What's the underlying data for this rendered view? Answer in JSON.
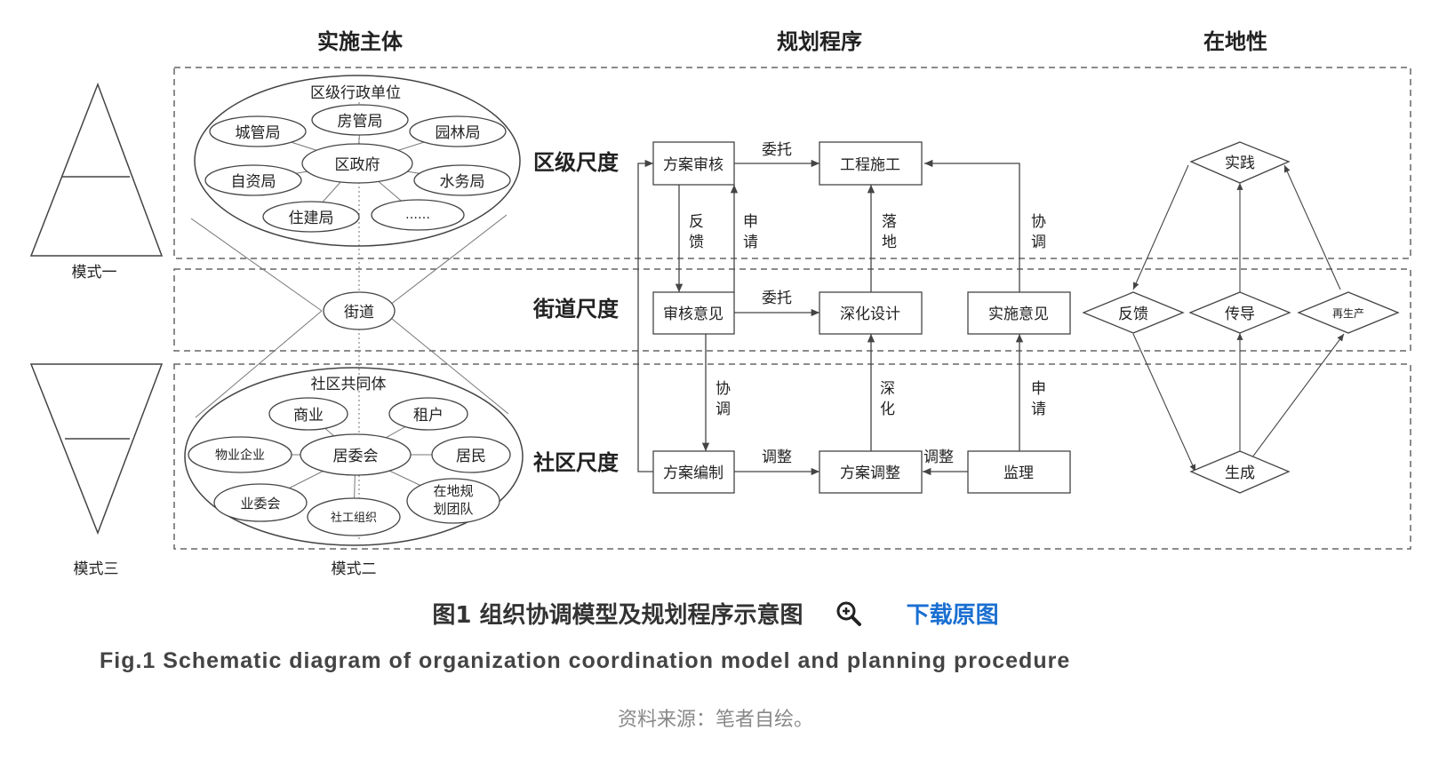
{
  "headers": {
    "actors": "实施主体",
    "procedure": "规划程序",
    "locality": "在地性"
  },
  "scales": {
    "district": "区级尺度",
    "street": "街道尺度",
    "community": "社区尺度"
  },
  "district_oval": {
    "title": "区级行政单位",
    "center": "区政府",
    "nodes": [
      "城管局",
      "房管局",
      "园林局",
      "自资局",
      "水务局",
      "住建局",
      "……"
    ]
  },
  "street_node": "街道",
  "community_oval": {
    "title": "社区共同体",
    "center": "居委会",
    "nodes": [
      "商业",
      "租户",
      "物业企业",
      "居民",
      "业委会",
      "社工组织",
      "在地规",
      "划团队"
    ]
  },
  "modes": {
    "mode1": "模式一",
    "mode2": "模式二",
    "mode3": "模式三"
  },
  "boxes": {
    "plan_review": "方案审核",
    "construction": "工程施工",
    "review_opinion": "审核意见",
    "deepen_design": "深化设计",
    "impl_opinion": "实施意见",
    "plan_compile": "方案编制",
    "plan_adjust": "方案调整",
    "supervision": "监理"
  },
  "edge_labels": {
    "entrust1": "委托",
    "entrust2": "委托",
    "adjust1": "调整",
    "adjust2": "调整",
    "feedback": [
      "反",
      "馈"
    ],
    "apply1": [
      "申",
      "请"
    ],
    "landing": [
      "落",
      "地"
    ],
    "coordinate1": [
      "协",
      "调"
    ],
    "coordinate2": [
      "协",
      "调"
    ],
    "deepen": [
      "深",
      "化"
    ],
    "apply2": [
      "申",
      "请"
    ]
  },
  "diamonds": {
    "practice": "实践",
    "feedback": "反馈",
    "conduct": "传导",
    "reproduce": "再生产",
    "generate": "生成"
  },
  "caption": {
    "title": "图1 组织协调模型及规划程序示意图",
    "download": "下载原图",
    "english": "Fig.1 Schematic diagram of organization coordination model and planning procedure",
    "source": "资料来源：笔者自绘。"
  },
  "colors": {
    "link": "#1a6fd1",
    "line": "#444444",
    "dash": "#666666"
  }
}
